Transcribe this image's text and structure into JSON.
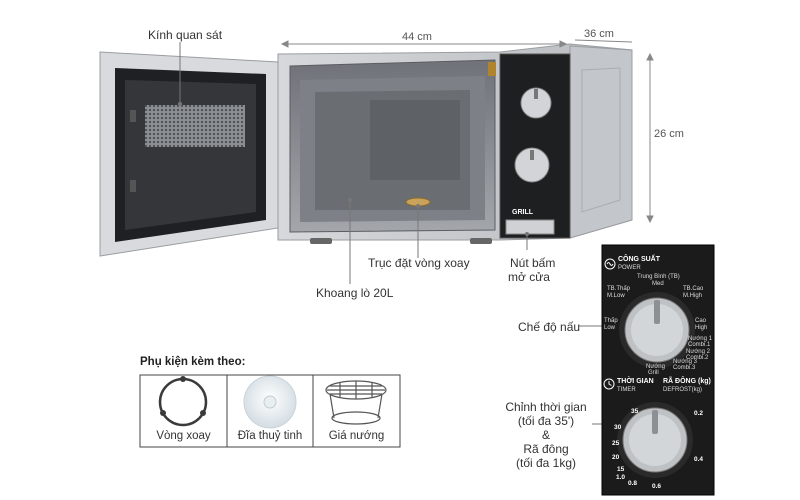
{
  "labels": {
    "width_dim": "44 cm",
    "depth_dim": "36 cm",
    "height_dim": "26 cm",
    "window": "Kính quan sát",
    "turntable_axis": "Trục đặt vòng xoay",
    "cavity": "Khoang lò 20L",
    "door_button_line1": "Nút bấm",
    "door_button_line2": "mở cửa",
    "mode": "Chế độ nấu",
    "timer_line1": "Chỉnh thời gian",
    "timer_line2": "(tối đa 35')",
    "timer_line3": "&",
    "timer_line4": "Rã đông",
    "timer_line5": "(tối đa 1kg)"
  },
  "microwave": {
    "front_badge": "GRILL"
  },
  "accessories": {
    "title": "Phụ kiện kèm theo:",
    "items": [
      {
        "caption": "Vòng xoay",
        "icon": "roller-ring-icon"
      },
      {
        "caption": "Đĩa thuỷ tinh",
        "icon": "glass-plate-icon"
      },
      {
        "caption": "Giá nướng",
        "icon": "grill-rack-icon"
      }
    ]
  },
  "panel": {
    "power_title": "CÔNG SUẤT",
    "power_sub": "POWER",
    "power_levels": [
      {
        "vi": "TB.Thấp",
        "en": "M.Low"
      },
      {
        "vi": "Trung Bình (TB)",
        "en": "Med"
      },
      {
        "vi": "TB.Cao",
        "en": "M.High"
      },
      {
        "vi": "Thấp",
        "en": "Low"
      },
      {
        "vi": "Cao",
        "en": "High"
      },
      {
        "vi": "Nướng 1",
        "en": "Combi.1"
      },
      {
        "vi": "Nướng 2",
        "en": "Combi.2"
      },
      {
        "vi": "Nướng 3",
        "en": "Combi.3"
      },
      {
        "vi": "Nướng",
        "en": "Grill"
      }
    ],
    "timer_title": "THỜI GIAN",
    "timer_sub": "TIMER",
    "defrost_title": "RÃ ĐÔNG (kg)",
    "defrost_sub": "DEFROST(kg)",
    "timer_ticks": [
      "35",
      "30",
      "25",
      "20",
      "15",
      "1.0",
      "0.8",
      "0.6",
      "0.4",
      "0.2"
    ]
  },
  "colors": {
    "body_silver": "#c9ccd0",
    "panel_black": "#1b1b1b",
    "cavity_gray": "#8d9095",
    "leader_line": "#777777"
  }
}
